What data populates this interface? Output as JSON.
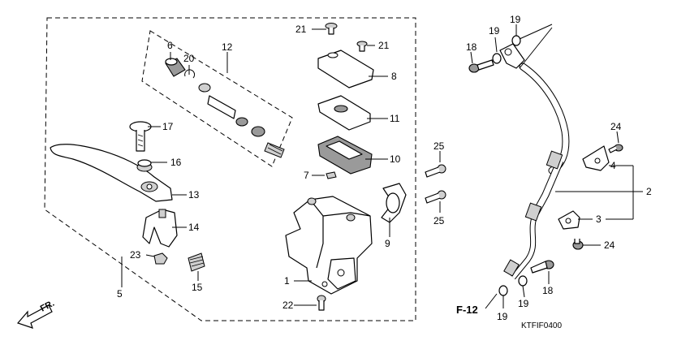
{
  "diagram": {
    "code": "KTFIF0400",
    "reference": "F-12",
    "front_label": "FR.",
    "callouts": {
      "c1": "1",
      "c2": "2",
      "c3": "3",
      "c4": "4",
      "c5": "5",
      "c6": "6",
      "c7": "7",
      "c8": "8",
      "c9": "9",
      "c10": "10",
      "c11": "11",
      "c12": "12",
      "c13": "13",
      "c14": "14",
      "c15": "15",
      "c16": "16",
      "c17": "17",
      "c18a": "18",
      "c18b": "18",
      "c19a": "19",
      "c19b": "19",
      "c19c": "19",
      "c19d": "19",
      "c20": "20",
      "c21a": "21",
      "c21b": "21",
      "c22": "22",
      "c23": "23",
      "c24a": "24",
      "c24b": "24",
      "c25a": "25",
      "c25b": "25"
    }
  }
}
